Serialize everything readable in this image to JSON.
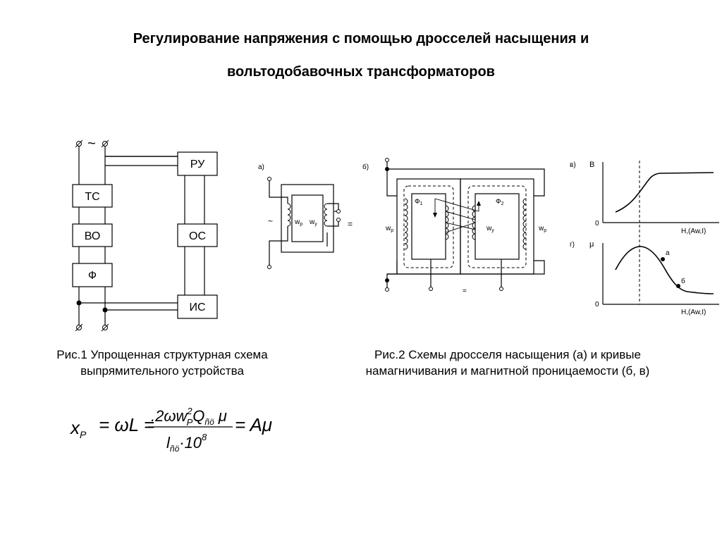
{
  "title": {
    "line1": "Регулирование напряжения с помощью дросселей насыщения и",
    "line2": "вольтодобавочных трансформаторов"
  },
  "fig1": {
    "caption_line1": "Рис.1 Упрощенная структурная схема",
    "caption_line2": "выпрямительного устройства",
    "tilde": "~",
    "blocks": {
      "ts": "ТС",
      "vo": "ВО",
      "f": "Ф",
      "ru": "РУ",
      "os": "ОС",
      "is": "ИС"
    }
  },
  "fig2": {
    "caption_line1": "Рис.2 Схемы дросселя насыщения (а) и кривые",
    "caption_line2": "намагничивания и магнитной проницаемости (б, в)",
    "a": {
      "label": "а)",
      "ac": "~",
      "dc": "=",
      "wp": "w",
      "wp_sub": "р",
      "wy": "w",
      "wy_sub": "у"
    },
    "b": {
      "label": "б)",
      "phi1": "Ф",
      "phi1_sub": "1",
      "phi2": "Ф",
      "phi2_sub": "2",
      "wp_left": "w",
      "wp_left_sub": "р",
      "wp_right": "w",
      "wp_right_sub": "р",
      "wy": "w",
      "wy_sub": "у",
      "dc": "="
    },
    "v": {
      "label": "в)",
      "y_label": "B",
      "origin": "0",
      "x_label": "H,(Aw,I)"
    },
    "g": {
      "label": "г)",
      "y_label": "μ",
      "origin": "0",
      "x_label": "H,(Aw,I)",
      "point_a": "а",
      "point_b": "б"
    }
  },
  "formula": {
    "lhs": "x",
    "lhs_sub": "P",
    "eq1": "= ωL =",
    "num_coef": ".2ωw",
    "num_w_sup": "2",
    "num_w_sub": "P",
    "num_q": "Q",
    "num_q_sub": "ñö",
    "num_mu": "μ",
    "den_l": "l",
    "den_l_sub": "ñö",
    "den_rest": "·10",
    "den_sup": "8",
    "eq2": "= Aμ"
  }
}
